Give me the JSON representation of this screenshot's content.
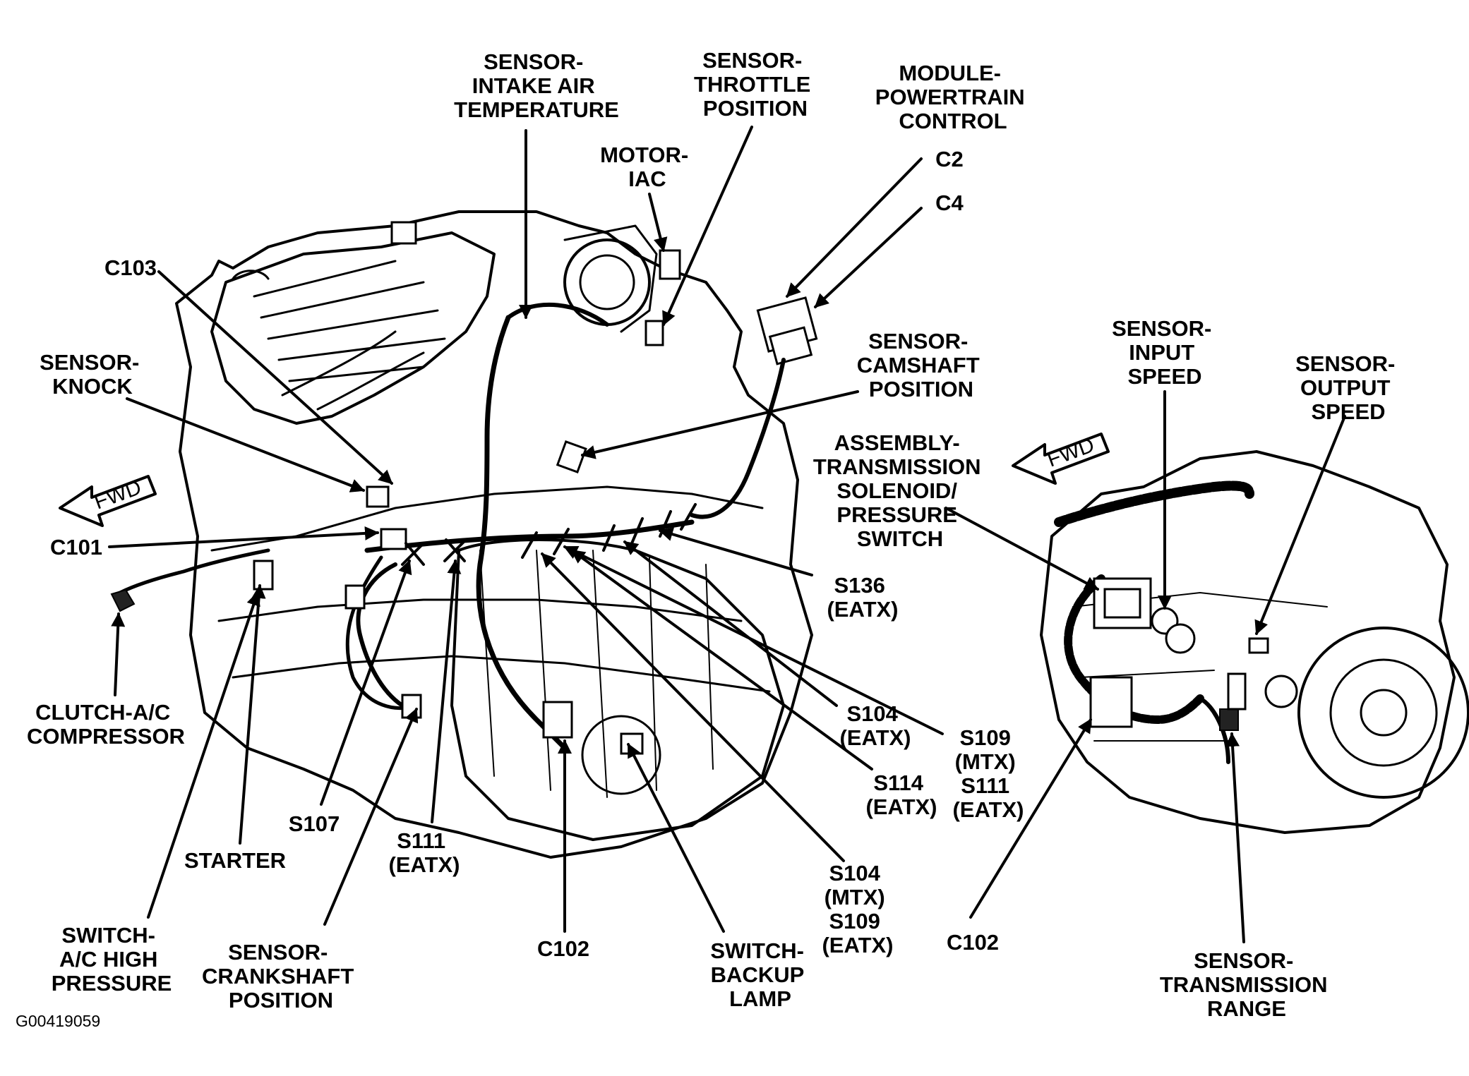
{
  "diagram": {
    "fwd_text": "FWD",
    "drawing_code": "G00419059",
    "labels": [
      {
        "id": "sensor-intake-air-temperature",
        "lines": [
          "SENSOR-",
          "INTAKE AIR",
          "TEMPERATURE"
        ]
      },
      {
        "id": "sensor-throttle-position",
        "lines": [
          "SENSOR-",
          "THROTTLE",
          "POSITION"
        ]
      },
      {
        "id": "module-powertrain-control",
        "lines": [
          "MODULE-",
          "POWERTRAIN",
          "CONTROL"
        ]
      },
      {
        "id": "motor-iac",
        "lines": [
          "MOTOR-",
          "IAC"
        ]
      },
      {
        "id": "c2",
        "lines": [
          "C2"
        ]
      },
      {
        "id": "c4",
        "lines": [
          "C4"
        ]
      },
      {
        "id": "c103",
        "lines": [
          "C103"
        ]
      },
      {
        "id": "sensor-knock",
        "lines": [
          "SENSOR-",
          "KNOCK"
        ]
      },
      {
        "id": "sensor-camshaft-position",
        "lines": [
          "SENSOR-",
          "CAMSHAFT",
          "POSITION"
        ]
      },
      {
        "id": "sensor-input-speed",
        "lines": [
          "SENSOR-",
          "INPUT",
          "SPEED"
        ]
      },
      {
        "id": "sensor-output-speed",
        "lines": [
          "SENSOR-",
          "OUTPUT",
          "SPEED"
        ]
      },
      {
        "id": "assembly-transmission-solenoid",
        "lines": [
          "ASSEMBLY-",
          "TRANSMISSION",
          "SOLENOID/",
          "PRESSURE",
          "SWITCH"
        ]
      },
      {
        "id": "c101",
        "lines": [
          "C101"
        ]
      },
      {
        "id": "s136",
        "lines": [
          "S136",
          "(EATX)"
        ]
      },
      {
        "id": "clutch-ac-compressor",
        "lines": [
          "CLUTCH-A/C",
          "COMPRESSOR"
        ]
      },
      {
        "id": "s104-eatx",
        "lines": [
          "S104",
          "(EATX)"
        ]
      },
      {
        "id": "s109-s111",
        "lines": [
          "S109",
          "(MTX)",
          "S111",
          "(EATX)"
        ]
      },
      {
        "id": "s114",
        "lines": [
          "S114",
          "(EATX)"
        ]
      },
      {
        "id": "s107",
        "lines": [
          "S107"
        ]
      },
      {
        "id": "starter",
        "lines": [
          "STARTER"
        ]
      },
      {
        "id": "s111-eatx",
        "lines": [
          "S111",
          "(EATX)"
        ]
      },
      {
        "id": "s104-s109",
        "lines": [
          "S104",
          "(MTX)",
          "S109",
          "(EATX)"
        ]
      },
      {
        "id": "switch-ac-high-pressure",
        "lines": [
          "SWITCH-",
          "A/C HIGH",
          "PRESSURE"
        ]
      },
      {
        "id": "sensor-crankshaft-position",
        "lines": [
          "SENSOR-",
          "CRANKSHAFT",
          "POSITION"
        ]
      },
      {
        "id": "c102-left",
        "lines": [
          "C102"
        ]
      },
      {
        "id": "switch-backup-lamp",
        "lines": [
          "SWITCH-",
          "BACKUP",
          "LAMP"
        ]
      },
      {
        "id": "c102-right",
        "lines": [
          "C102"
        ]
      },
      {
        "id": "sensor-transmission-range",
        "lines": [
          "SENSOR-",
          "TRANSMISSION",
          "RANGE"
        ]
      }
    ]
  }
}
